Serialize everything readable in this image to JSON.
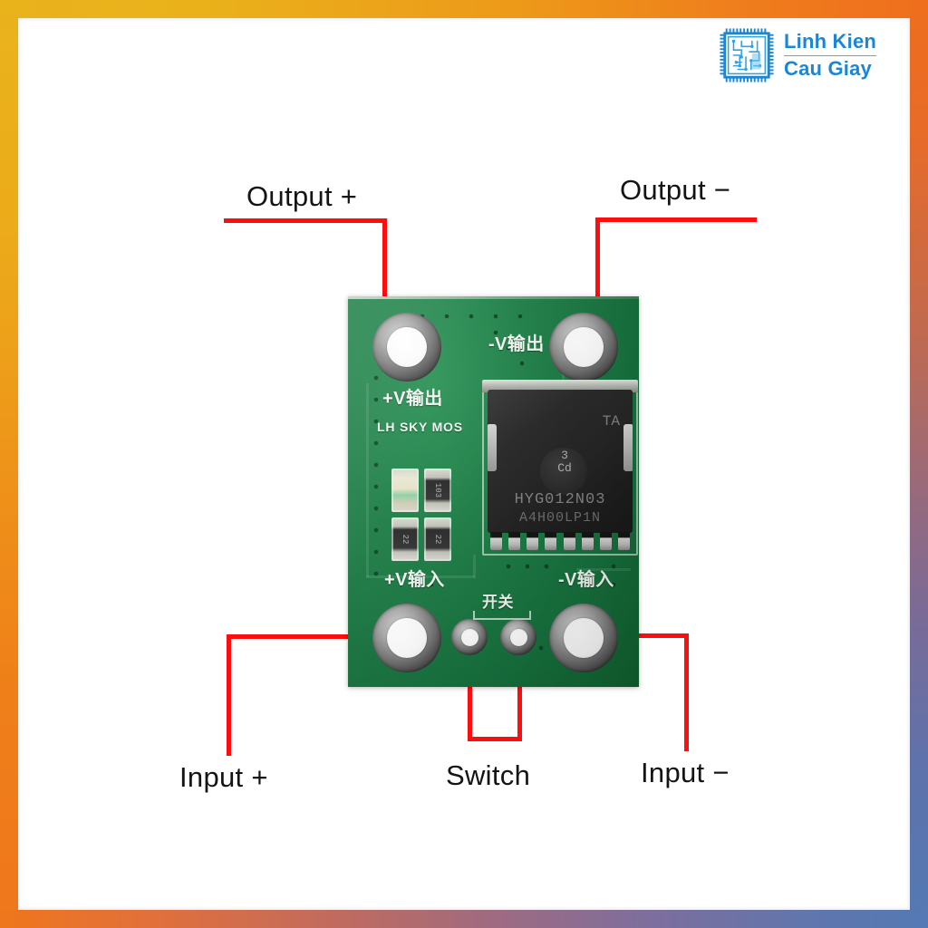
{
  "page": {
    "background_color": "#ffffff",
    "frame_colors": {
      "top_left": "#e9b31c",
      "top_right": "#ef6e1d",
      "bottom_left": "#ef761c",
      "bottom_right": "#5479b4",
      "accent_red": "#fb0d10"
    }
  },
  "logo": {
    "icon_name": "microchip-circuit-icon",
    "line1": "Linh Kien",
    "line2": "Cau Giay",
    "color": "#1b86d4"
  },
  "callouts": [
    {
      "id": "output-plus",
      "label": "Output +"
    },
    {
      "id": "output-minus",
      "label": "Output −"
    },
    {
      "id": "input-plus",
      "label": "Input +"
    },
    {
      "id": "switch",
      "label": "Switch"
    },
    {
      "id": "input-minus",
      "label": "Input −"
    }
  ],
  "board": {
    "name": "mosfet-switch-module-pcb",
    "color": "#1f7e47",
    "silkscreen": {
      "output_negative": "-V输出",
      "output_positive": "+V输出",
      "brand": "LH SKY MOS",
      "input_positive": "+V输入",
      "input_negative": "-V输入",
      "switch_label": "开关"
    },
    "mosfet": {
      "part_number": "HYG012N03",
      "lot_code": "A4H00LP1N",
      "corner_mark": "TA",
      "dot_mark_top": "3",
      "dot_mark_bottom": "Cd",
      "pin_count": 8
    },
    "smd_components": [
      {
        "ref": "LED",
        "code": ""
      },
      {
        "ref": "R1",
        "code": "103"
      },
      {
        "ref": "R2",
        "code": "22"
      },
      {
        "ref": "R3",
        "code": "22"
      }
    ],
    "pads": [
      {
        "id": "pad-output-plus",
        "type": "large"
      },
      {
        "id": "pad-output-minus",
        "type": "large"
      },
      {
        "id": "pad-input-plus",
        "type": "large"
      },
      {
        "id": "pad-input-minus",
        "type": "large"
      },
      {
        "id": "pad-switch-a",
        "type": "small"
      },
      {
        "id": "pad-switch-b",
        "type": "small"
      }
    ]
  }
}
